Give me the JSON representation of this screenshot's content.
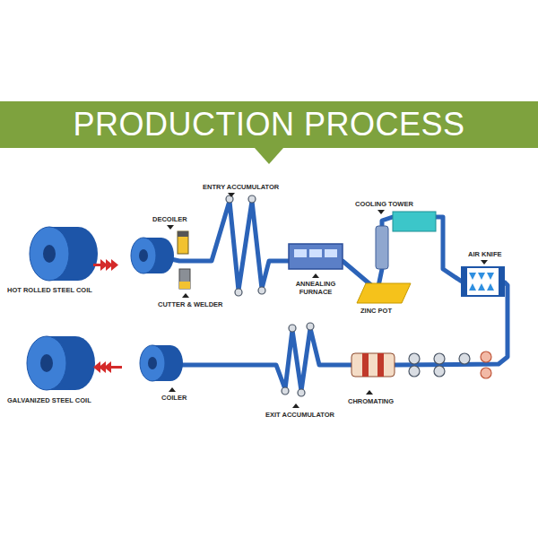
{
  "diagram": {
    "title": "PRODUCTION PROCESS",
    "labels": [
      "HOT ROLLED STEEL COIL",
      "DECOILER",
      "CUTTER & WELDER",
      "ENTRY ACCUMULATOR",
      "ANNEALING FURNACE",
      "ZINC POT",
      "COOLING TOWER",
      "AIR KNIFE",
      "CHROMATING",
      "EXIT ACCUMULATOR",
      "COILER",
      "GALVANIZED STEEL COIL"
    ]
  }
}
